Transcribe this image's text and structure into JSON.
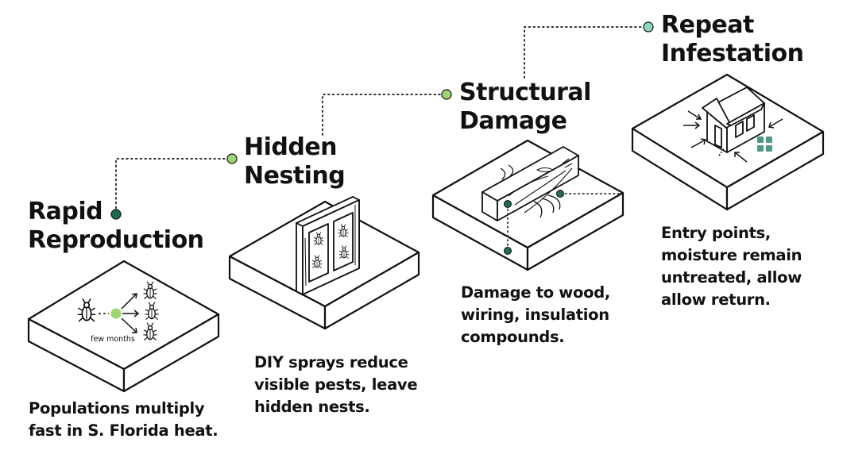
{
  "steps": [
    {
      "title_lines": [
        "Rapid",
        "Reproduction"
      ],
      "description_lines": [
        "Populations multiply",
        "fast in S. Florida heat."
      ],
      "illustration_label": "few months"
    },
    {
      "title_lines": [
        "Hidden",
        "Nesting"
      ],
      "description_lines": [
        "DIY sprays reduce",
        "visible pests, leave",
        "hidden nests."
      ]
    },
    {
      "title_lines": [
        "Structural",
        "Damage"
      ],
      "description_lines": [
        "Damage to wood,",
        "wiring, insulation",
        "compounds."
      ]
    },
    {
      "title_lines": [
        "Repeat",
        "Infestation"
      ],
      "description_lines": [
        "Entry points,",
        "moisture remain",
        "untreated, allow",
        "allow return."
      ]
    }
  ],
  "colors": {
    "dark_marker": "#1f6b4f",
    "light_marker": "#9fd673",
    "mint_marker": "#8fd8bf",
    "window_green": "#4e9a80",
    "ink": "#111111"
  },
  "icons": [
    "cockroach-icon",
    "bug-icon",
    "window-frame-icon",
    "wood-beam-icon",
    "house-icon"
  ]
}
